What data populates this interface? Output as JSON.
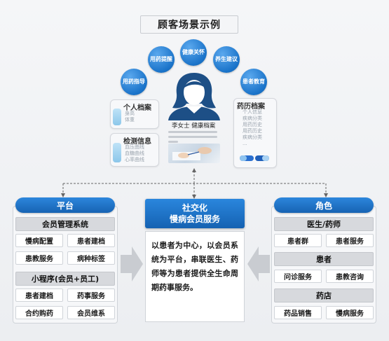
{
  "title": "顾客场景示例",
  "bubbles": [
    "用药指导",
    "用药提醒",
    "健康关怀",
    "养生建议",
    "患者教育"
  ],
  "cards": {
    "personal": {
      "title": "个人档案",
      "lines": [
        "身高",
        "体重"
      ]
    },
    "detection": {
      "title": "检测信息",
      "lines": [
        "血压曲线",
        "血糖曲线",
        "心率曲线"
      ]
    },
    "medication": {
      "title": "药历档案",
      "lines": [
        "个人信息",
        "疾病分类",
        "用药历史",
        "用药历史",
        "疾病分类",
        "..."
      ]
    }
  },
  "person": {
    "label": "李女士 健康档案"
  },
  "platform": {
    "header": "平台",
    "member_mgmt": "会员管理系统",
    "member_chips": [
      "慢病配置",
      "患者建档",
      "患教服务",
      "病种标签"
    ],
    "mini_program": "小程序(会员+员工)",
    "mini_chips": [
      "患者建档",
      "药事服务",
      "合约购药",
      "会员维系"
    ]
  },
  "center": {
    "header_line1": "社交化",
    "header_line2": "慢病会员服务",
    "body": "以患者为中心，以会员系统为平台，串联医生、药师等为患者提供全生命周期药事服务。"
  },
  "role": {
    "header": "角色",
    "doctor": "医生/药师",
    "doctor_chips": [
      "患者群",
      "患者服务"
    ],
    "patient": "患者",
    "patient_chips": [
      "问诊服务",
      "患教咨询"
    ],
    "pharmacy": "药店",
    "pharmacy_chips": [
      "药品销售",
      "慢病服务"
    ]
  },
  "colors": {
    "accent": "#1a73c9",
    "chip_border": "#d0d4d9",
    "gray_bar": "#d7d9dd"
  }
}
